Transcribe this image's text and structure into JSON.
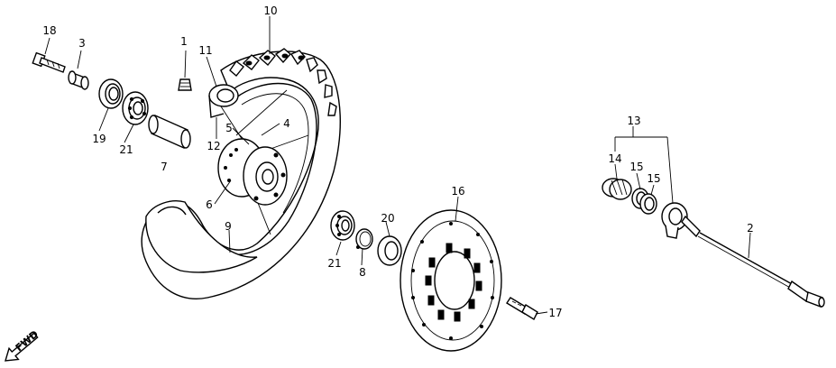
{
  "diagram": {
    "callouts": {
      "c1": "1",
      "c2": "2",
      "c3": "3",
      "c4": "4",
      "c5": "5",
      "c6": "6",
      "c7": "7",
      "c8": "8",
      "c9": "9",
      "c10": "10",
      "c11": "11",
      "c12": "12",
      "c13": "13",
      "c14": "14",
      "c15a": "15",
      "c15b": "15",
      "c16": "16",
      "c17": "17",
      "c18": "18",
      "c19": "19",
      "c20": "20",
      "c21a": "21",
      "c21b": "21"
    },
    "fwd_label": "FWD"
  }
}
